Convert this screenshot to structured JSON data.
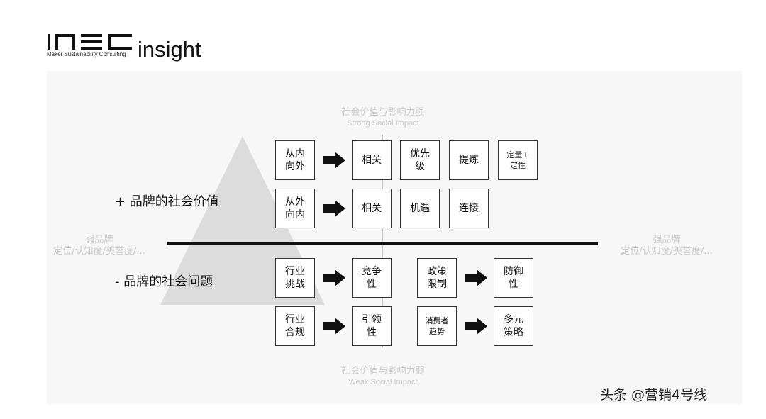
{
  "header": {
    "logo_mark": "MSC",
    "logo_subtitle": "Maker Sustainability Consulting",
    "logo_word": "insight"
  },
  "axes": {
    "top_zh": "社会价值与影响力强",
    "top_en": "Strong Social Impact",
    "bottom_zh": "社会价值与影响力弱",
    "bottom_en": "Weak Social Impact",
    "left_zh": "弱品牌",
    "left_detail": "定位/认知度/美誉度/...",
    "right_zh": "强品牌",
    "right_detail": "定位/认知度/美誉度/..."
  },
  "sections": {
    "positive": "+ 品牌的社会价值",
    "negative": "- 品牌的社会问题"
  },
  "boxes": {
    "r1_a": "从内\n向外",
    "r1_b": "相关",
    "r1_c": "优先\n级",
    "r1_d": "提炼",
    "r1_e": "定量+\n定性",
    "r2_a": "从外\n向内",
    "r2_b": "相关",
    "r2_c": "机遇",
    "r2_d": "连接",
    "r3_a": "行业\n挑战",
    "r3_b": "竞争\n性",
    "r3_c": "政策\n限制",
    "r3_d": "防御\n性",
    "r4_a": "行业\n合规",
    "r4_b": "引领\n性",
    "r4_c": "消费者\n趋势",
    "r4_d": "多元\n策略"
  },
  "watermark": "头条 @营销4号线",
  "colors": {
    "ink": "#111111",
    "faint_text": "#c9c9c9",
    "pyramid": "#dcdcdc",
    "canvas": "#f7f7f7"
  },
  "icons": [
    "msc-logo-icon",
    "right-arrow-icon",
    "pyramid-shape"
  ]
}
